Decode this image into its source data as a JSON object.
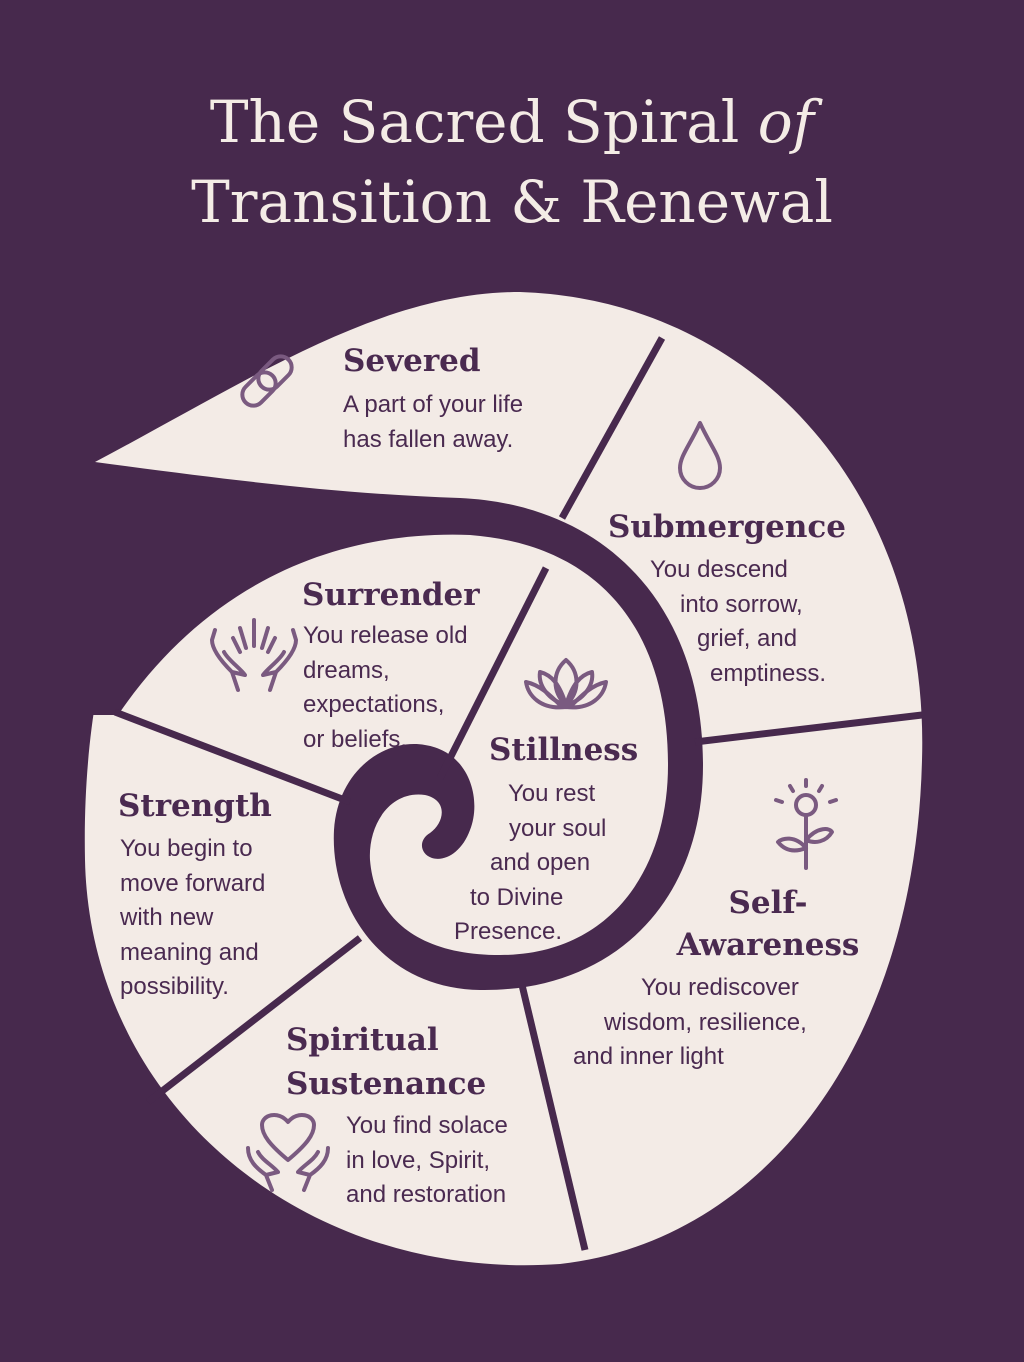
{
  "title": {
    "line1": "The Sacred Spiral",
    "of": "of",
    "line2": "Transition & Renewal"
  },
  "colors": {
    "background": "#47294d",
    "panel": "#f3ebe6",
    "text": "#4a2a50",
    "icon": "#7a5a80"
  },
  "stages": [
    {
      "name": "Severed",
      "icon": "chain-link-icon",
      "lines": [
        "A part of your life",
        "has fallen away."
      ]
    },
    {
      "name": "Submergence",
      "icon": "water-drop-icon",
      "lines": [
        "You descend",
        "into sorrow,",
        "grief, and",
        "emptiness."
      ]
    },
    {
      "name": "Surrender",
      "icon": "open-hands-icon",
      "lines": [
        "You release old",
        "dreams,",
        "expectations,",
        "or beliefs."
      ]
    },
    {
      "name": "Stillness",
      "icon": "lotus-icon",
      "lines": [
        "You rest",
        "your soul",
        "and open",
        "to Divine",
        "Presence."
      ]
    },
    {
      "name": "Strength",
      "lines": [
        "You begin to",
        "move forward",
        "with new",
        "meaning and",
        "possibility."
      ]
    },
    {
      "name1": "Self-",
      "name2": "Awareness",
      "icon": "sprouting-flower-icon",
      "lines": [
        "You rediscover",
        "wisdom, resilience,",
        "and inner light"
      ]
    },
    {
      "name1": "Spiritual",
      "name2": "Sustenance",
      "icon": "heart-in-hands-icon",
      "lines": [
        "You find solace",
        "in love, Spirit,",
        "and restoration"
      ]
    }
  ]
}
